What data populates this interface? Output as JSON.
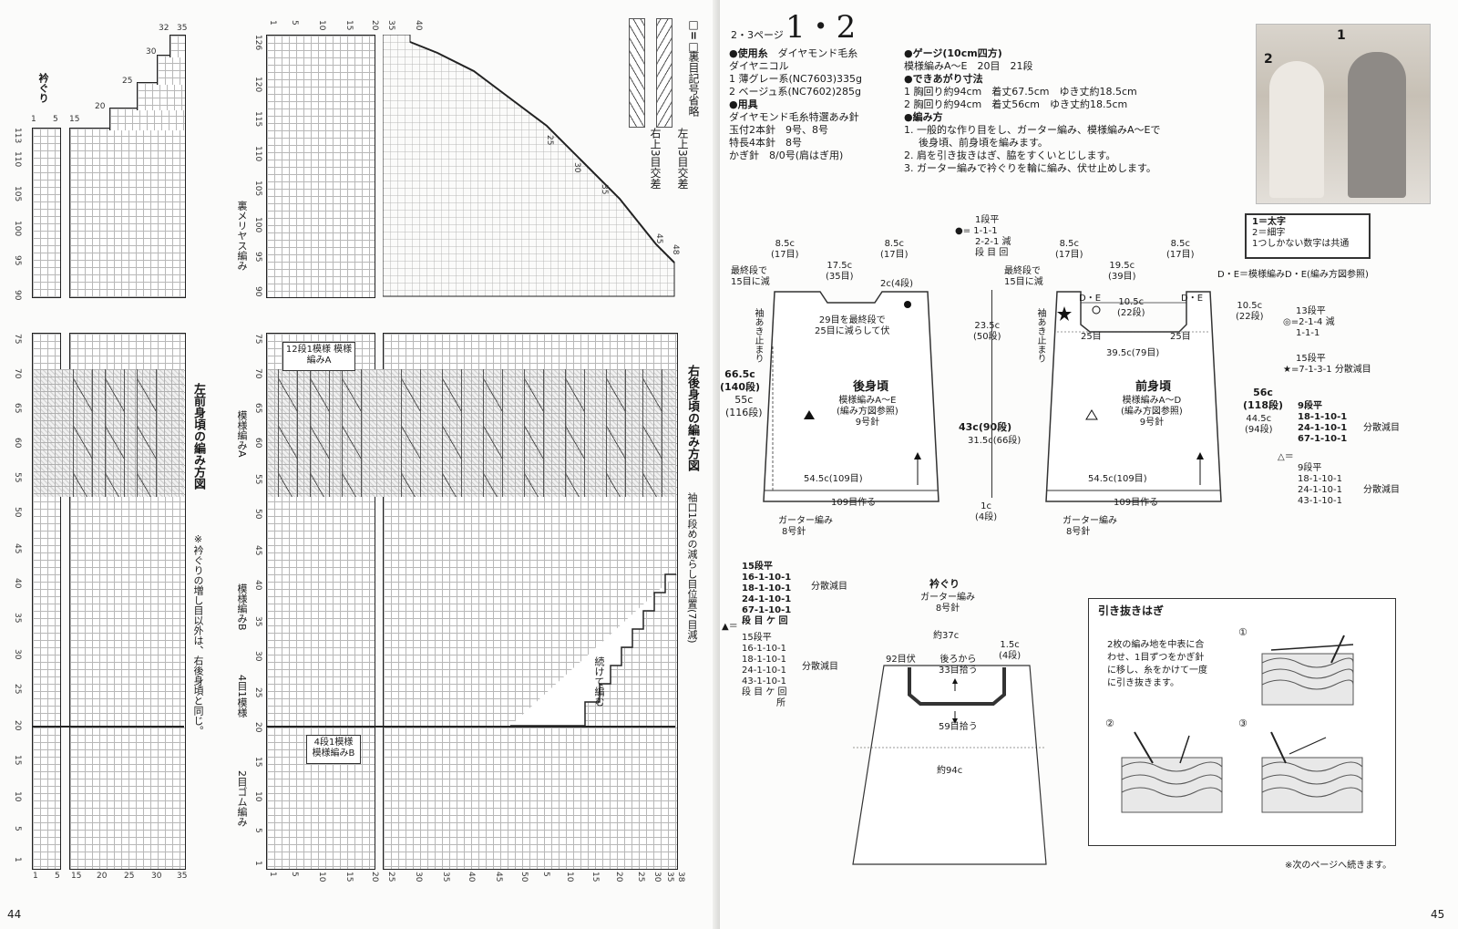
{
  "left": {
    "page_number": "44",
    "left_chart": {
      "title": "左前身頃の編み方図",
      "note": "※衿ぐりの増し目以外は、右後身頃と同じ。",
      "neck_label": "衿ぐり",
      "top_ticks": [
        "1",
        "5",
        "15",
        "20",
        "25",
        "30",
        "32",
        "35"
      ],
      "row_ticks": [
        "113",
        "110",
        "105",
        "100",
        "95",
        "90",
        "75",
        "70",
        "65",
        "60",
        "55",
        "50",
        "45",
        "40",
        "35",
        "30",
        "25",
        "20",
        "15",
        "10",
        "5",
        "1"
      ],
      "bottom_ticks": [
        "1",
        "5",
        "15",
        "20",
        "25",
        "30",
        "35"
      ]
    },
    "right_chart": {
      "title": "右後身頃の編み方図",
      "side_note": "袖口1段めの減らし目位置(7目減)",
      "loop_label": "続けて編む",
      "top_ticks": [
        "1",
        "5",
        "10",
        "15",
        "20",
        "35",
        "40",
        "25",
        "30",
        "35",
        "45",
        "48"
      ],
      "row_ticks": [
        "126",
        "120",
        "115",
        "110",
        "105",
        "100",
        "95",
        "90",
        "75",
        "70",
        "65",
        "60",
        "55",
        "50",
        "45",
        "40",
        "35",
        "30",
        "25",
        "20",
        "15",
        "10",
        "5",
        "1"
      ],
      "bottom_ticks": [
        "1",
        "5",
        "10",
        "15",
        "20",
        "25",
        "30",
        "35",
        "40",
        "45",
        "50",
        "5",
        "10",
        "15",
        "20",
        "25",
        "30",
        "35",
        "38"
      ],
      "section_labels": [
        "裏メリヤス編み",
        "模様編みA",
        "模様編みB",
        "4目1模様",
        "2目ゴム編み"
      ],
      "pattern_a_box": "12段1模様 模様編みA",
      "pattern_b_box": "4段1模様 模様編みB"
    },
    "legend": {
      "blank_eq": "□=□",
      "blank_note": "裏目記号省略",
      "cross_left": "左上3目交差",
      "cross_right": "右上3目交差"
    }
  },
  "right": {
    "page_number": "45",
    "header": {
      "page_ref": "2・3ページ",
      "item_numbers": "1・2"
    },
    "materials": {
      "yarn_label": "●使用糸",
      "yarn_value": "ダイヤモンド毛糸",
      "yarn_name": "ダイヤニコル",
      "yarn_1": "1 薄グレー系(NC7603)335g",
      "yarn_2": "2 ベージュ系(NC7602)285g",
      "tools_label": "●用具",
      "tools_1": "ダイヤモンド毛糸特選あみ針",
      "tools_2": "玉付2本針　9号、8号",
      "tools_3": "特長4本針　8号",
      "tools_4": "かぎ針　8/0号(肩はぎ用)"
    },
    "gauge": {
      "label": "●ゲージ(10cm四方)",
      "value": "模様編みA～E　20目　21段"
    },
    "size": {
      "label": "●できあがり寸法",
      "size_1": "1 胸回り約94cm　着丈67.5cm　ゆき丈約18.5cm",
      "size_2": "2 胸回り約94cm　着丈56cm　ゆき丈約18.5cm"
    },
    "method": {
      "label": "●編み方",
      "step_1a": "1. 一般的な作り目をし、ガーター編み、模様編みA～Eで",
      "step_1b": "後身頃、前身頃を編みます。",
      "step_2": "2. 肩を引き抜きはぎ、脇をすくいとじします。",
      "step_3": "3. ガーター編みで衿ぐりを輪に編み、伏せ止めします。"
    },
    "photo_labels": [
      "2",
      "1"
    ],
    "size_legend": {
      "line_1": "1＝太字",
      "line_2": "2＝細字",
      "line_3": "1つしかない数字は共通"
    },
    "shoulder_note": "D・E＝模様編みD・E(編み方図参照)",
    "back": {
      "title": "後身頃",
      "pattern": "模様編みA～E",
      "pattern_ref": "(編み方図参照)",
      "needle": "9号針",
      "top_left": "8.5c",
      "top_left_st": "(17目)",
      "top_mid": "17.5c",
      "top_mid_st": "(35目)",
      "top_right": "8.5c",
      "top_right_st": "(17目)",
      "last_row": "最終段で",
      "last_row2": "15目に減",
      "neck_depth": "2c(4段)",
      "neck_note1": "29目を最終段で",
      "neck_note2": "25目に減らして伏",
      "armhole": "袖あき止まり",
      "height_1": "66.5c",
      "height_1_rows": "(140段)",
      "height_2": "55c",
      "height_2_rows": "(116段)",
      "width": "54.5c(109目)",
      "cast_on": "109目作る",
      "garter": "ガーター編み",
      "garter_needle": "8号針",
      "decrease_key_1": "1段平",
      "decrease_key_2": "1-1-1",
      "decrease_key_3": "2-2-1",
      "decrease_key_4": "段 目 回",
      "decrease_key_tag": "減"
    },
    "mid_dims": {
      "armhole_h": "23.5c",
      "armhole_rows": "(50段)",
      "body_h1": "43c(90段)",
      "body_h2": "31.5c(66段)",
      "hem_h": "1c",
      "hem_rows": "(4段)"
    },
    "front": {
      "title": "前身頃",
      "pattern": "模様編みA～D",
      "pattern_ref": "(編み方図参照)",
      "needle": "9号針",
      "top_left": "8.5c",
      "top_left_st": "(17目)",
      "top_mid": "19.5c",
      "top_mid_st": "(39目)",
      "top_right": "8.5c",
      "top_right_st": "(17目)",
      "last_row": "最終段で",
      "last_row2": "15目に減",
      "neck_w": "10.5c",
      "neck_st": "(22段)",
      "neck_left": "25目",
      "neck_right": "25目",
      "neck_width": "39.5c(79目)",
      "de_left": "D・E",
      "de_right": "D・E",
      "armhole": "袖あき止まり",
      "width": "54.5c(109目)",
      "cast_on": "109目作る",
      "garter": "ガーター編み",
      "garter_needle": "8号針"
    },
    "right_dims": {
      "shoulder_h": "10.5c",
      "shoulder_rows": "(22段)",
      "height_1": "56c",
      "height_1_rows": "(118段)",
      "height_2": "44.5c",
      "height_2_rows": "(94段)"
    },
    "neck_decrease": {
      "circle_label_1": "13段平",
      "circle_label_2": "2-1-4",
      "circle_label_3": "1-1-1",
      "circle_tag": "減",
      "star_label_1": "15段平",
      "star_label_2": "7-1-3-1",
      "star_tag": "分散減目"
    },
    "front_side_dec_bold": {
      "rows": [
        "9段平",
        "18-1-10-1",
        "24-1-10-1",
        "67-1-10-1"
      ],
      "tag": "分散減目"
    },
    "front_side_dec_thin": {
      "prefix": "△＝",
      "rows": [
        "9段平",
        "18-1-10-1",
        "24-1-10-1",
        "43-1-10-1"
      ],
      "tag": "分散減目"
    },
    "back_side_dec_bold": {
      "rows": [
        "15段平",
        "16-1-10-1",
        "18-1-10-1",
        "24-1-10-1",
        "67-1-10-1",
        "段 目 ケ 回"
      ],
      "tag": "分散減目"
    },
    "back_side_dec_thin": {
      "prefix": "▲＝",
      "rows": [
        "15段平",
        "16-1-10-1",
        "18-1-10-1",
        "24-1-10-1",
        "43-1-10-1",
        "段 目 ケ 回",
        "所"
      ],
      "tag": "分散減目"
    },
    "neckband": {
      "title": "衿ぐり",
      "method": "ガーター編み",
      "needle": "8号針",
      "top_width": "約37c",
      "bind_off": "92目伏",
      "back_pick": "後ろから",
      "back_pick2": "33目拾う",
      "depth": "1.5c",
      "depth_rows": "(4段)",
      "front_pick": "59目拾う",
      "bottom_width": "約94c"
    },
    "join_box": {
      "title": "引き抜きはぎ",
      "text_1": "2枚の編み地を中表に合",
      "text_2": "わせ、1目ずつをかぎ針",
      "text_3": "に移し、糸をかけて一度",
      "text_4": "に引き抜きます。",
      "steps": [
        "①",
        "②",
        "③"
      ]
    },
    "continued": "※次のページへ続きます。"
  }
}
